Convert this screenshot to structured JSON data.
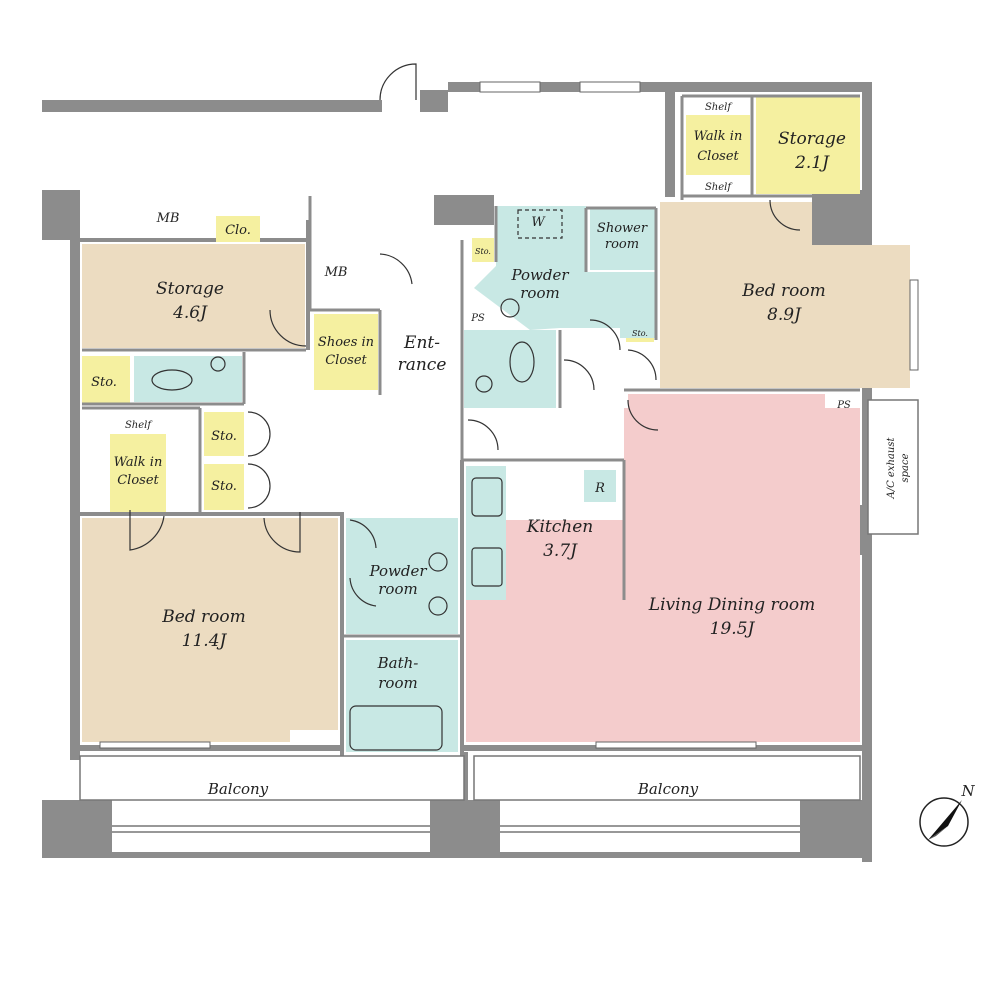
{
  "rooms": {
    "storage_west": {
      "name": "Storage",
      "size": "4.6J"
    },
    "storage_ne": {
      "name": "Storage",
      "size": "2.1J"
    },
    "bedroom_ne": {
      "name": "Bed room",
      "size": "8.9J"
    },
    "bedroom_sw": {
      "name": "Bed room",
      "size": "11.4J"
    },
    "kitchen": {
      "name": "Kitchen",
      "size": "3.7J"
    },
    "living": {
      "name": "Living Dining room",
      "size": "19.5J"
    },
    "powder_north": {
      "line1": "Powder",
      "line2": "room"
    },
    "powder_south": {
      "line1": "Powder",
      "line2": "room"
    },
    "shower": {
      "line1": "Shower",
      "line2": "room"
    },
    "bath": {
      "line1": "Bath-",
      "line2": "room"
    },
    "entrance": {
      "line1": "Ent-",
      "line2": "rance"
    },
    "shoes_closet": {
      "line1": "Shoes in",
      "line2": "Closet"
    },
    "wic_west": {
      "line1": "Walk in",
      "line2": "Closet"
    },
    "wic_ne": {
      "line1": "Walk in",
      "line2": "Closet"
    }
  },
  "labels": {
    "mb": "MB",
    "clo": "Clo.",
    "sto": "Sto.",
    "shelf": "Shelf",
    "shelf_lower": "Shelf",
    "ps": "PS",
    "w": "W",
    "r": "R",
    "ac_line1": "A/C exhaust",
    "ac_line2": "space",
    "balcony": "Balcony",
    "north": "N"
  },
  "colors": {
    "wall": "#8c8c8c",
    "storage": "#ecdcc1",
    "bedroom": "#ecdcc1",
    "yellow": "#f5f0a0",
    "wet": "#c8e8e4",
    "living": "#f4cccc",
    "floor": "#ffffff"
  }
}
